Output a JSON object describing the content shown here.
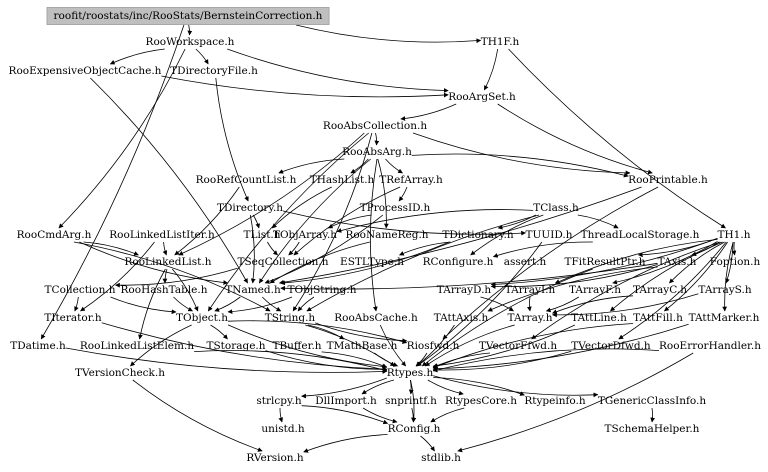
{
  "diagram": {
    "colors": {
      "background": "#ffffff",
      "edge": "#000000",
      "root_fill": "#bfbfbf"
    },
    "root": "roofit/roostats/inc/RooStats/BernsteinCorrection.h",
    "nodes": [
      {
        "id": "root",
        "label": "roofit/roostats/inc/RooStats/BernsteinCorrection.h"
      },
      {
        "id": "RooWorkspace",
        "label": "RooWorkspace.h"
      },
      {
        "id": "TH1F",
        "label": "TH1F.h"
      },
      {
        "id": "RooExpensiveObjectCache",
        "label": "RooExpensiveObjectCache.h"
      },
      {
        "id": "TDirectoryFile",
        "label": "TDirectoryFile.h"
      },
      {
        "id": "RooArgSet",
        "label": "RooArgSet.h"
      },
      {
        "id": "RooAbsCollection",
        "label": "RooAbsCollection.h"
      },
      {
        "id": "RooAbsArg",
        "label": "RooAbsArg.h"
      },
      {
        "id": "RooRefCountList",
        "label": "RooRefCountList.h"
      },
      {
        "id": "THashList",
        "label": "THashList.h"
      },
      {
        "id": "TRefArray",
        "label": "TRefArray.h"
      },
      {
        "id": "RooPrintable",
        "label": "RooPrintable.h"
      },
      {
        "id": "TDirectory",
        "label": "TDirectory.h"
      },
      {
        "id": "TProcessID",
        "label": "TProcessID.h"
      },
      {
        "id": "TClass",
        "label": "TClass.h"
      },
      {
        "id": "RooCmdArg",
        "label": "RooCmdArg.h"
      },
      {
        "id": "RooLinkedListIter",
        "label": "RooLinkedListIter.h"
      },
      {
        "id": "TList",
        "label": "TList.h"
      },
      {
        "id": "TObjArray",
        "label": "TObjArray.h"
      },
      {
        "id": "RooNameReg",
        "label": "RooNameReg.h"
      },
      {
        "id": "TDictionary",
        "label": "TDictionary.h"
      },
      {
        "id": "TUUID",
        "label": "TUUID.h"
      },
      {
        "id": "ThreadLocalStorage",
        "label": "ThreadLocalStorage.h"
      },
      {
        "id": "TH1",
        "label": "TH1.h"
      },
      {
        "id": "RooLinkedList",
        "label": "RooLinkedList.h"
      },
      {
        "id": "TSeqCollection",
        "label": "TSeqCollection.h"
      },
      {
        "id": "ESTLType",
        "label": "ESTLType.h"
      },
      {
        "id": "RConfigure",
        "label": "RConfigure.h"
      },
      {
        "id": "assert",
        "label": "assert.h"
      },
      {
        "id": "TFitResultPtr",
        "label": "TFitResultPtr.h"
      },
      {
        "id": "TAxis",
        "label": "TAxis.h"
      },
      {
        "id": "Foption",
        "label": "Foption.h"
      },
      {
        "id": "TCollection",
        "label": "TCollection.h"
      },
      {
        "id": "RooHashTable",
        "label": "RooHashTable.h"
      },
      {
        "id": "TNamed",
        "label": "TNamed.h"
      },
      {
        "id": "TObjString",
        "label": "TObjString.h"
      },
      {
        "id": "TArrayD",
        "label": "TArrayD.h"
      },
      {
        "id": "TArrayI",
        "label": "TArrayI.h"
      },
      {
        "id": "TArrayF",
        "label": "TArrayF.h"
      },
      {
        "id": "TArrayC",
        "label": "TArrayC.h"
      },
      {
        "id": "TArrayS",
        "label": "TArrayS.h"
      },
      {
        "id": "TIterator",
        "label": "TIterator.h"
      },
      {
        "id": "TObject",
        "label": "TObject.h"
      },
      {
        "id": "TString",
        "label": "TString.h"
      },
      {
        "id": "RooAbsCache",
        "label": "RooAbsCache.h"
      },
      {
        "id": "TAttAxis",
        "label": "TAttAxis.h"
      },
      {
        "id": "TArray",
        "label": "TArray.h"
      },
      {
        "id": "TAttLine",
        "label": "TAttLine.h"
      },
      {
        "id": "TAttFill",
        "label": "TAttFill.h"
      },
      {
        "id": "TAttMarker",
        "label": "TAttMarker.h"
      },
      {
        "id": "TDatime",
        "label": "TDatime.h"
      },
      {
        "id": "RooLinkedListElem",
        "label": "RooLinkedListElem.h"
      },
      {
        "id": "TStorage",
        "label": "TStorage.h"
      },
      {
        "id": "TBuffer",
        "label": "TBuffer.h"
      },
      {
        "id": "TMathBase",
        "label": "TMathBase.h"
      },
      {
        "id": "Riosfwd",
        "label": "Riosfwd.h"
      },
      {
        "id": "TVectorFfwd",
        "label": "TVectorFfwd.h"
      },
      {
        "id": "TVectorDfwd",
        "label": "TVectorDfwd.h"
      },
      {
        "id": "RooErrorHandler",
        "label": "RooErrorHandler.h"
      },
      {
        "id": "TVersionCheck",
        "label": "TVersionCheck.h"
      },
      {
        "id": "Rtypes",
        "label": "Rtypes.h"
      },
      {
        "id": "strlcpy",
        "label": "strlcpy.h"
      },
      {
        "id": "DllImport",
        "label": "DllImport.h"
      },
      {
        "id": "snprintf",
        "label": "snprintf.h"
      },
      {
        "id": "RtypesCore",
        "label": "RtypesCore.h"
      },
      {
        "id": "Rtypeinfo",
        "label": "Rtypeinfo.h"
      },
      {
        "id": "TGenericClassInfo",
        "label": "TGenericClassInfo.h"
      },
      {
        "id": "unistd",
        "label": "unistd.h"
      },
      {
        "id": "RConfig",
        "label": "RConfig.h"
      },
      {
        "id": "TSchemaHelper",
        "label": "TSchemaHelper.h"
      },
      {
        "id": "RVersion",
        "label": "RVersion.h"
      },
      {
        "id": "stdlib",
        "label": "stdlib.h"
      }
    ],
    "edges": [
      [
        "root",
        "RooWorkspace"
      ],
      [
        "root",
        "TH1F"
      ],
      [
        "root",
        "TDatime"
      ],
      [
        "RooWorkspace",
        "RooExpensiveObjectCache"
      ],
      [
        "RooWorkspace",
        "TDirectoryFile"
      ],
      [
        "RooWorkspace",
        "RooArgSet"
      ],
      [
        "RooWorkspace",
        "RooCmdArg"
      ],
      [
        "TH1F",
        "TH1"
      ],
      [
        "TH1F",
        "RooArgSet"
      ],
      [
        "RooExpensiveObjectCache",
        "RooArgSet"
      ],
      [
        "RooExpensiveObjectCache",
        "TNamed"
      ],
      [
        "TDirectoryFile",
        "TDirectory"
      ],
      [
        "RooArgSet",
        "RooAbsCollection"
      ],
      [
        "RooArgSet",
        "RooPrintable"
      ],
      [
        "RooAbsCollection",
        "RooAbsArg"
      ],
      [
        "RooAbsCollection",
        "RooPrintable"
      ],
      [
        "RooAbsCollection",
        "RooLinkedList"
      ],
      [
        "RooAbsCollection",
        "TObject"
      ],
      [
        "RooAbsCollection",
        "TString"
      ],
      [
        "RooAbsArg",
        "RooRefCountList"
      ],
      [
        "RooAbsArg",
        "THashList"
      ],
      [
        "RooAbsArg",
        "TRefArray"
      ],
      [
        "RooAbsArg",
        "RooPrintable"
      ],
      [
        "RooAbsArg",
        "RooAbsCache"
      ],
      [
        "RooAbsArg",
        "RooNameReg"
      ],
      [
        "RooAbsArg",
        "TNamed"
      ],
      [
        "RooRefCountList",
        "RooLinkedList"
      ],
      [
        "THashList",
        "TList"
      ],
      [
        "TRefArray",
        "TProcessID"
      ],
      [
        "TRefArray",
        "TSeqCollection"
      ],
      [
        "RooPrintable",
        "TNamed"
      ],
      [
        "RooPrintable",
        "Riosfwd"
      ],
      [
        "TDirectory",
        "TList"
      ],
      [
        "TDirectory",
        "TUUID"
      ],
      [
        "TDirectory",
        "TNamed"
      ],
      [
        "TProcessID",
        "TObjArray"
      ],
      [
        "TProcessID",
        "TNamed"
      ],
      [
        "TClass",
        "TObjArray"
      ],
      [
        "TClass",
        "TDictionary"
      ],
      [
        "TClass",
        "TString"
      ],
      [
        "TClass",
        "ThreadLocalStorage"
      ],
      [
        "TClass",
        "RConfigure"
      ],
      [
        "RooCmdArg",
        "RooLinkedList"
      ],
      [
        "RooCmdArg",
        "TNamed"
      ],
      [
        "RooCmdArg",
        "TString"
      ],
      [
        "RooLinkedListIter",
        "RooLinkedList"
      ],
      [
        "RooLinkedListIter",
        "TIterator"
      ],
      [
        "TList",
        "TSeqCollection"
      ],
      [
        "TObjArray",
        "TSeqCollection"
      ],
      [
        "RooNameReg",
        "TNamed"
      ],
      [
        "TDictionary",
        "TNamed"
      ],
      [
        "TDictionary",
        "ESTLType"
      ],
      [
        "TUUID",
        "Rtypes"
      ],
      [
        "ThreadLocalStorage",
        "RConfigure"
      ],
      [
        "TH1",
        "TAxis"
      ],
      [
        "TH1",
        "Foption"
      ],
      [
        "TH1",
        "TFitResultPtr"
      ],
      [
        "TH1",
        "TAttLine"
      ],
      [
        "TH1",
        "TAttFill"
      ],
      [
        "TH1",
        "TAttMarker"
      ],
      [
        "TH1",
        "TArrayD"
      ],
      [
        "TH1",
        "TArrayI"
      ],
      [
        "TH1",
        "TArrayF"
      ],
      [
        "TH1",
        "TArrayC"
      ],
      [
        "TH1",
        "TArrayS"
      ],
      [
        "TH1",
        "TVectorFfwd"
      ],
      [
        "TH1",
        "TVectorDfwd"
      ],
      [
        "RooLinkedList",
        "RooHashTable"
      ],
      [
        "RooLinkedList",
        "TObject"
      ],
      [
        "RooLinkedList",
        "RooLinkedListElem"
      ],
      [
        "TSeqCollection",
        "TCollection"
      ],
      [
        "TFitResultPtr",
        "Rtypes"
      ],
      [
        "TAxis",
        "TNamed"
      ],
      [
        "TAxis",
        "TAttAxis"
      ],
      [
        "TAxis",
        "TArrayD"
      ],
      [
        "TCollection",
        "TObject"
      ],
      [
        "TCollection",
        "TIterator"
      ],
      [
        "RooHashTable",
        "TObject"
      ],
      [
        "TNamed",
        "TObject"
      ],
      [
        "TNamed",
        "TString"
      ],
      [
        "TObjString",
        "TObject"
      ],
      [
        "TObjString",
        "TString"
      ],
      [
        "TArrayD",
        "TArray"
      ],
      [
        "TArrayI",
        "TArray"
      ],
      [
        "TArrayF",
        "TArray"
      ],
      [
        "TArrayC",
        "TArray"
      ],
      [
        "TArrayS",
        "TArray"
      ],
      [
        "TIterator",
        "Rtypes"
      ],
      [
        "TObject",
        "TStorage"
      ],
      [
        "TObject",
        "TVersionCheck"
      ],
      [
        "TObject",
        "Riosfwd"
      ],
      [
        "TObject",
        "Rtypes"
      ],
      [
        "TString",
        "TMathBase"
      ],
      [
        "TString",
        "Riosfwd"
      ],
      [
        "TString",
        "Rtypes"
      ],
      [
        "RooAbsCache",
        "Rtypes"
      ],
      [
        "TAttAxis",
        "Rtypes"
      ],
      [
        "TArray",
        "Rtypes"
      ],
      [
        "TAttLine",
        "Rtypes"
      ],
      [
        "TAttFill",
        "Rtypes"
      ],
      [
        "TAttMarker",
        "Rtypes"
      ],
      [
        "TDatime",
        "Rtypes"
      ],
      [
        "RooLinkedListElem",
        "Rtypes"
      ],
      [
        "TStorage",
        "Rtypes"
      ],
      [
        "TBuffer",
        "Rtypes"
      ],
      [
        "TMathBase",
        "Rtypes"
      ],
      [
        "Riosfwd",
        "Rtypes"
      ],
      [
        "TVectorFfwd",
        "Rtypes"
      ],
      [
        "TVectorDfwd",
        "Rtypes"
      ],
      [
        "RooErrorHandler",
        "Rtypes"
      ],
      [
        "RooErrorHandler",
        "stdlib"
      ],
      [
        "TVersionCheck",
        "RVersion"
      ],
      [
        "Rtypes",
        "strlcpy"
      ],
      [
        "Rtypes",
        "DllImport"
      ],
      [
        "Rtypes",
        "snprintf"
      ],
      [
        "Rtypes",
        "RtypesCore"
      ],
      [
        "Rtypes",
        "Rtypeinfo"
      ],
      [
        "Rtypes",
        "TGenericClassInfo"
      ],
      [
        "Rtypes",
        "RConfig"
      ],
      [
        "strlcpy",
        "unistd"
      ],
      [
        "strlcpy",
        "RConfig"
      ],
      [
        "DllImport",
        "RConfig"
      ],
      [
        "snprintf",
        "RConfig"
      ],
      [
        "RtypesCore",
        "RConfig"
      ],
      [
        "TGenericClassInfo",
        "TSchemaHelper"
      ],
      [
        "RConfig",
        "RVersion"
      ],
      [
        "RConfig",
        "stdlib"
      ]
    ]
  }
}
